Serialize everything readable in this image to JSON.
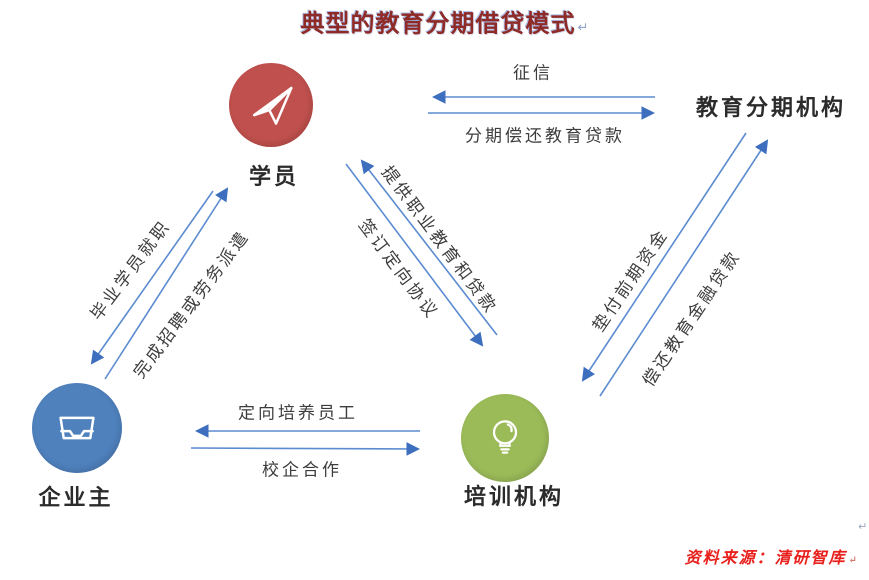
{
  "title": {
    "text": "典型的教育分期借贷模式",
    "paragraph_mark": "↵"
  },
  "nodes": {
    "student": {
      "label": "学员",
      "color": "#c0504d",
      "icon": "paper-plane-icon"
    },
    "installment_org": {
      "label": "教育分期机构"
    },
    "employer": {
      "label": "企业主",
      "color": "#4f81bd",
      "icon": "inbox-icon"
    },
    "training_org": {
      "label": "培训机构",
      "color": "#9bbb59",
      "icon": "lightbulb-icon"
    }
  },
  "edges": {
    "credit_check": {
      "label": "征信",
      "from": "教育分期机构",
      "to": "学员"
    },
    "installment_repay": {
      "label": "分期偿还教育贷款",
      "from": "学员",
      "to": "教育分期机构"
    },
    "provide_edu_loan": {
      "label": "提供职业教育和贷款",
      "from": "培训机构",
      "to": "学员"
    },
    "sign_agreement": {
      "label": "签订定向协议",
      "from": "学员",
      "to": "培训机构"
    },
    "advance_funds": {
      "label": "垫付前期资金",
      "from": "教育分期机构",
      "to": "培训机构"
    },
    "repay_finance_loan": {
      "label": "偿还教育金融贷款",
      "from": "培训机构",
      "to": "教育分期机构"
    },
    "graduate_employment": {
      "label": "毕业学员就职",
      "from": "学员",
      "to": "企业主"
    },
    "recruit_dispatch": {
      "label": "完成招聘或劳务派遣",
      "from": "企业主",
      "to": "学员"
    },
    "targeted_training": {
      "label": "定向培养员工",
      "from": "培训机构",
      "to": "企业主"
    },
    "school_enterprise": {
      "label": "校企合作",
      "from": "企业主",
      "to": "培训机构"
    }
  },
  "source_note": {
    "text": "资料来源：清研智库",
    "mark": "↵",
    "color": "#e8211d"
  },
  "colors": {
    "arrow_line": "#5b8bd0",
    "arrowhead": "#3e6fbe",
    "edge_label_text": "#3d3d3d",
    "title_red": "#8f2b26",
    "node_label_text": "#2b2b2b",
    "student_red": "#c0504d",
    "employer_blue": "#4f81bd",
    "training_green": "#9bbb59",
    "background": "#ffffff"
  }
}
